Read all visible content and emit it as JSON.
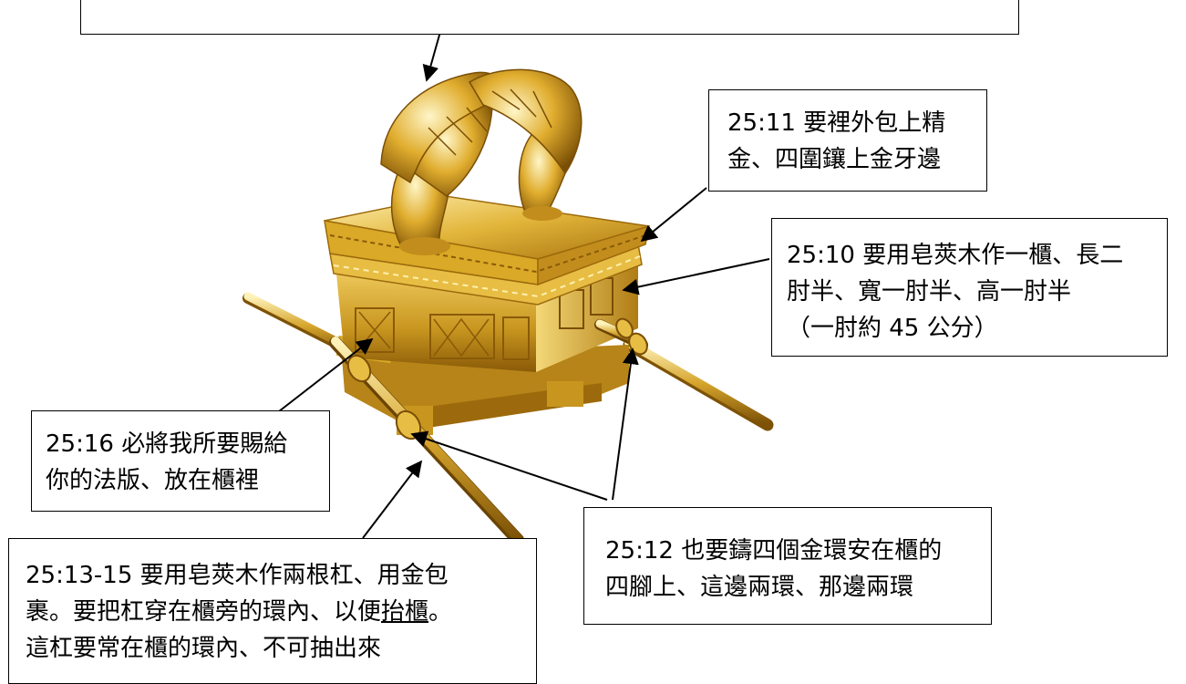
{
  "callouts": {
    "c2511": {
      "lines": [
        "25:11 要裡外包上精",
        "金、四圍鑲上金牙邊"
      ]
    },
    "c2510": {
      "lines": [
        "25:10 要用皂莢木作一櫃、長二",
        "肘半、寬一肘半、高一肘半",
        "（一肘約 45 公分）"
      ]
    },
    "c2516": {
      "lines": [
        "25:16 必將我所要賜給",
        "你的法版、放在櫃裡"
      ]
    },
    "c2512": {
      "lines": [
        "25:12 也要鑄四個金環安在櫃的",
        "四腳上、這邊兩環、那邊兩環"
      ]
    },
    "c2513": {
      "line1": "25:13-15 要用皂莢木作兩根杠、用金包",
      "line2_before": "裹。要把杠穿在櫃旁的環內、以便",
      "line2_underlined": "抬櫃",
      "line2_after": "。",
      "line3": "這杠要常在櫃的環內、不可抽出來"
    }
  },
  "colors": {
    "gold_light": "#f7e08a",
    "gold_mid": "#d9a927",
    "gold_dark": "#8a5a08",
    "outline": "#000000"
  }
}
